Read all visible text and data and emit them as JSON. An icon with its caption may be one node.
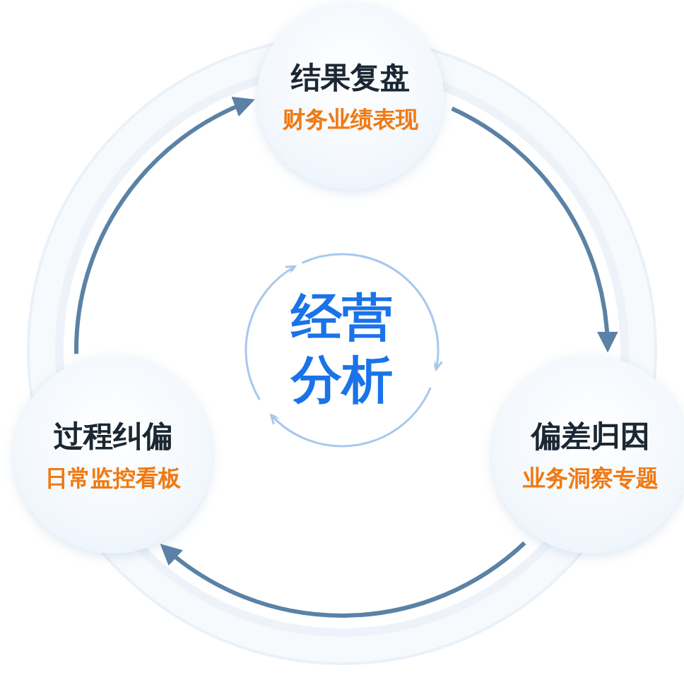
{
  "diagram": {
    "nodes": [
      {
        "text": [
          "经营分析"
        ]
      },
      {
        "text": [
          "结果复盘",
          "财务业绩表现"
        ]
      },
      {
        "text": [
          "偏差归因",
          "业务洞察专题"
        ]
      },
      {
        "text": [
          "过程纠偏",
          "日常监控看板"
        ]
      }
    ],
    "edges": [
      {
        "from": 1,
        "to": 2,
        "arrow": "to"
      },
      {
        "from": 2,
        "to": 3,
        "arrow": "to"
      },
      {
        "from": 3,
        "to": 1,
        "arrow": "to"
      }
    ]
  }
}
